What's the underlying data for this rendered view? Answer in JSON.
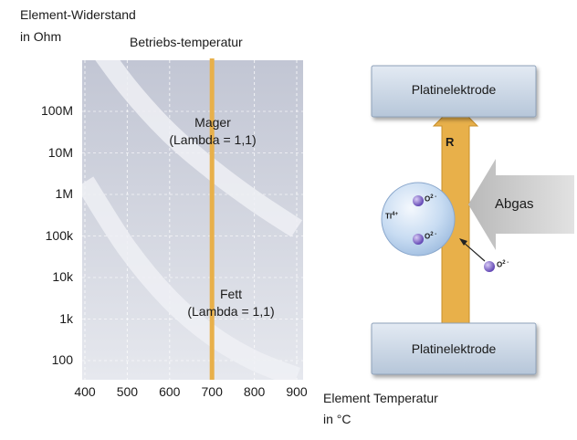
{
  "chart_data": {
    "type": "line",
    "ylabel_line1": "Element-Widerstand",
    "ylabel_line2": "in Ohm",
    "xlabel_line1": "Element Temperatur",
    "xlabel_line2": "in °C",
    "marker_label": "Betriebs-temperatur",
    "marker_x": 700,
    "x_ticks": [
      "400",
      "500",
      "600",
      "700",
      "800",
      "900"
    ],
    "y_ticks": [
      "100M",
      "10M",
      "1M",
      "100k",
      "10k",
      "1k",
      "100"
    ],
    "xlim": [
      400,
      900
    ],
    "series": [
      {
        "label_line1": "Mager",
        "label_line2": "(Lambda = 1,1)",
        "x": [
          400,
          500,
          600,
          700,
          800,
          900
        ],
        "y": [
          10000000000,
          400000000,
          30000000,
          4000000,
          700000,
          150000
        ]
      },
      {
        "label_line1": "Fett",
        "label_line2": "(Lambda = 1,1)",
        "x": [
          400,
          500,
          600,
          700,
          800,
          900
        ],
        "y": [
          2000000,
          50000,
          3000,
          400,
          100,
          40
        ]
      }
    ]
  },
  "diagram": {
    "top_electrode": "Platinelektrode",
    "bottom_electrode": "Platinelektrode",
    "arrow_label": "R",
    "gas_label": "Abgas",
    "ion_ti": "TI",
    "ion_ti_charge": "4+",
    "ion_o1": "O",
    "ion_o1_charge": "2 -",
    "ion_o2": "O",
    "ion_o2_charge": "2 -",
    "ion_free": "O",
    "ion_free_charge": "2 -"
  },
  "colors": {
    "chart_bg": "#c9cdd9",
    "band": "#eef0f4",
    "marker": "#e8b04a",
    "electrode": "#c8d6e6",
    "arrow": "#e8b04a",
    "gas_arrow": "#c8c8c8",
    "sphere": "#bcd4ef",
    "ion": "#7b5cc8"
  }
}
